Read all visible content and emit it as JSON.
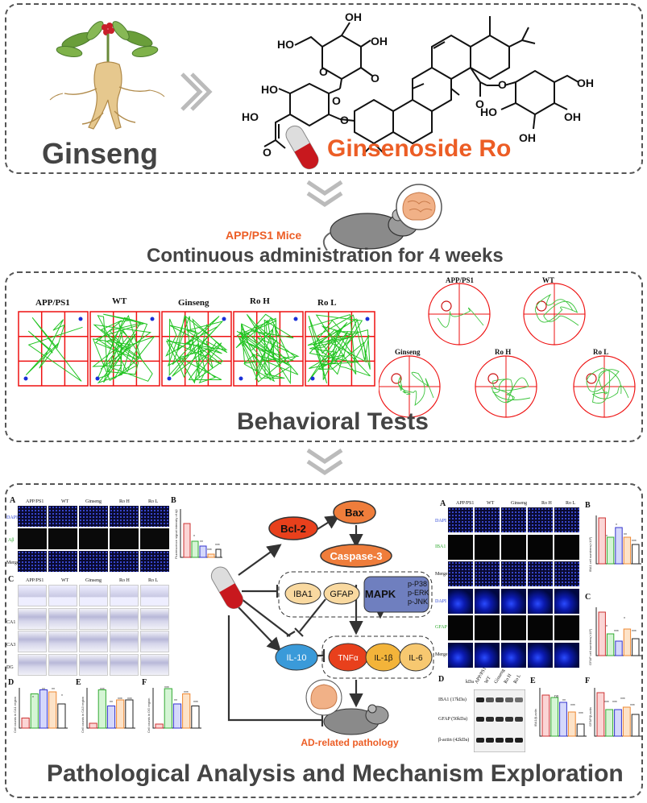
{
  "top": {
    "ginseng_label": "Ginseng",
    "ro_label": "Ginsenoside Ro",
    "chem": {
      "ho1": "HO",
      "oh1": "OH",
      "oh2": "OH",
      "o1": "O",
      "o2": "O",
      "ho2": "HO",
      "o3": "O",
      "ho3": "HO",
      "o4": "O",
      "o5": "O",
      "o6": "O",
      "o7": "O",
      "oh3": "OH",
      "ho4": "HO",
      "oh4": "OH",
      "oh5": "OH"
    }
  },
  "mice_label": "APP/PS1 Mice",
  "admin_label": "Continuous administration for 4 weeks",
  "behavior": {
    "title": "Behavioral Tests",
    "openfield_groups": [
      "APP/PS1",
      "WT",
      "Ginseng",
      "Ro H",
      "Ro L"
    ],
    "maze_groups": [
      "APP/PS1",
      "WT",
      "Ginseng",
      "Ro H",
      "Ro L"
    ]
  },
  "pathology": {
    "title": "Pathological Analysis and Mechanism Exploration",
    "left": {
      "panel_a": "A",
      "panel_b": "B",
      "panel_c": "C",
      "panel_d": "D",
      "panel_e": "E",
      "panel_f": "F",
      "groups": [
        "APP/PS1",
        "WT",
        "Ginseng",
        "Ro H",
        "Ro L"
      ],
      "rows_a": [
        "DAPI",
        "Aβ",
        "Merge"
      ],
      "rows_c": [
        "CA1",
        "CA3",
        "DG"
      ],
      "ylabel_b": "Fluorescence signal intensity of Aβ",
      "ylabel_d": "Cell counts in CA1 region",
      "ylabel_e": "Cell counts in CA3 region",
      "ylabel_f": "Cell counts in DG region",
      "sig_b": [
        "*",
        "**",
        "***",
        "***"
      ],
      "sig_d": [
        "*",
        "**",
        "**",
        "*"
      ],
      "sig_e": [
        "***",
        "**",
        "***",
        "***"
      ],
      "sig_f": [
        "***",
        "**",
        "***",
        "***"
      ]
    },
    "mechanism": {
      "bcl2": "Bcl-2",
      "bax": "Bax",
      "caspase3": "Caspase-3",
      "iba1": "IBA1",
      "gfap": "GFAP",
      "mapk": "MAPK",
      "mapk_items": [
        "p-P38",
        "p-ERK",
        "p-JNK"
      ],
      "il10": "IL-10",
      "tnfa": "TNFα",
      "il1b": "IL-1β",
      "il6": "IL-6",
      "outcome": "AD-related pathology",
      "colors": {
        "red": "#e8401c",
        "orange": "#ef7d3b",
        "blue": "#3a9ad9",
        "mapk": "#6f7fbf"
      }
    },
    "right": {
      "panel_a": "A",
      "panel_b": "B",
      "panel_c": "C",
      "panel_d": "D",
      "panel_e": "E",
      "panel_f": "F",
      "groups": [
        "APP/PS1",
        "WT",
        "Ginseng",
        "Ro H",
        "Ro L"
      ],
      "rows": [
        "DAPI",
        "IBA1",
        "Merge",
        "DAPI",
        "GFAP",
        "Merge"
      ],
      "ylabel_b": "IBA1 cell numbers(×10²)",
      "ylabel_c": "GFAP cell numbers(×10²)",
      "wb_kda": "kDa",
      "wb_groups": [
        "APP/PS1",
        "WT",
        "Ginseng",
        "Ro H",
        "Ro L"
      ],
      "wb_rows": [
        "IBA1 (17kDa)",
        "GFAP (50kDa)",
        "β-actin (42kDa)"
      ],
      "ylabel_e": "IBA1/β-actin",
      "ylabel_f": "GFAP/β-actin",
      "sig_b": [
        "*",
        "*",
        "**",
        "***"
      ],
      "sig_c": [
        "*",
        "***",
        "*",
        "***"
      ],
      "sig_e": [
        "ns",
        "**",
        "***",
        "***"
      ],
      "sig_f": [
        "***",
        "***",
        "***",
        "***"
      ]
    }
  }
}
